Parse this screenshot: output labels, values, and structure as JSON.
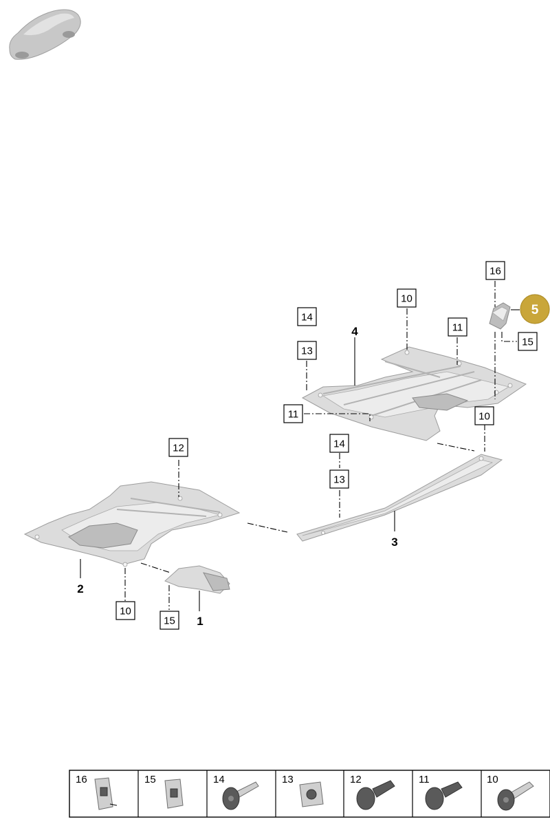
{
  "callouts": {
    "c16_top": "16",
    "c10_top": "10",
    "c14_top": "14",
    "c13_top": "13",
    "c11_top": "11",
    "c4": "4",
    "c5": "5",
    "c15_top": "15",
    "c11_mid": "11",
    "c10_mid": "10",
    "c14_mid": "14",
    "c13_mid": "13",
    "c12": "12",
    "c3": "3",
    "c2": "2",
    "c10_bot": "10",
    "c15_bot": "15",
    "c1": "1"
  },
  "highlight_color": "#c9a63a",
  "legend": [
    {
      "number": "16",
      "icon": "clip-nut-icon"
    },
    {
      "number": "15",
      "icon": "clip-nut-icon"
    },
    {
      "number": "14",
      "icon": "flange-screw-icon"
    },
    {
      "number": "13",
      "icon": "square-nut-icon"
    },
    {
      "number": "12",
      "icon": "plastic-rivet-icon"
    },
    {
      "number": "11",
      "icon": "plastic-rivet-icon"
    },
    {
      "number": "10",
      "icon": "flange-screw-icon"
    }
  ]
}
